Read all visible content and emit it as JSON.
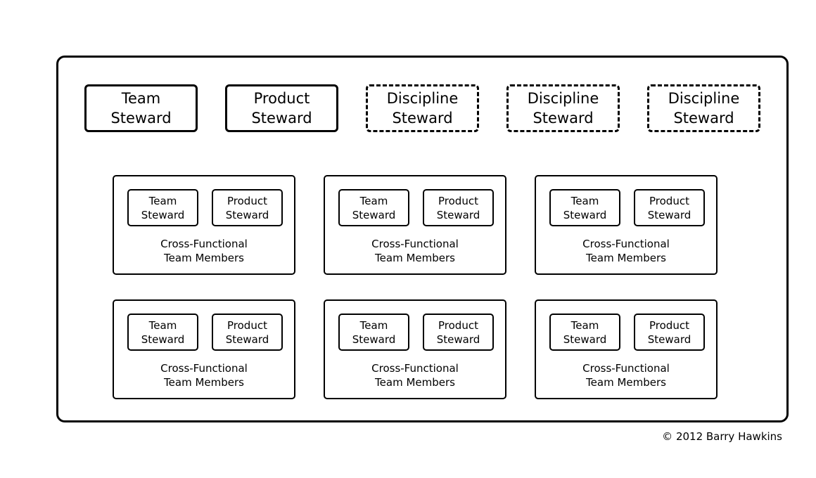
{
  "top_roles": [
    {
      "label": "Team\nSteward",
      "style": "solid"
    },
    {
      "label": "Product\nSteward",
      "style": "solid"
    },
    {
      "label": "Discipline\nSteward",
      "style": "dashed"
    },
    {
      "label": "Discipline\nSteward",
      "style": "dashed"
    },
    {
      "label": "Discipline\nSteward",
      "style": "dashed"
    }
  ],
  "teams": [
    {
      "left_role": "Team\nSteward",
      "right_role": "Product\nSteward",
      "members": "Cross-Functional\nTeam Members"
    },
    {
      "left_role": "Team\nSteward",
      "right_role": "Product\nSteward",
      "members": "Cross-Functional\nTeam Members"
    },
    {
      "left_role": "Team\nSteward",
      "right_role": "Product\nSteward",
      "members": "Cross-Functional\nTeam Members"
    },
    {
      "left_role": "Team\nSteward",
      "right_role": "Product\nSteward",
      "members": "Cross-Functional\nTeam Members"
    },
    {
      "left_role": "Team\nSteward",
      "right_role": "Product\nSteward",
      "members": "Cross-Functional\nTeam Members"
    },
    {
      "left_role": "Team\nSteward",
      "right_role": "Product\nSteward",
      "members": "Cross-Functional\nTeam Members"
    }
  ],
  "copyright": "© 2012 Barry Hawkins"
}
